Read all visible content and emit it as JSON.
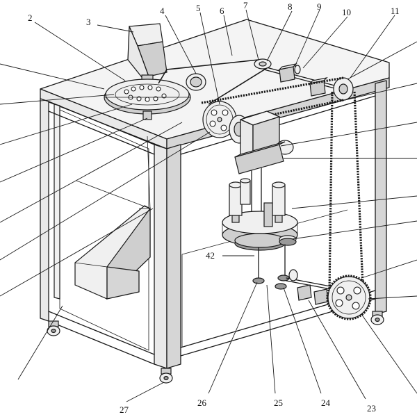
{
  "labels": {
    "n2": "2",
    "n3": "3",
    "n4": "4",
    "n5": "5",
    "n6": "6",
    "n7": "7",
    "n8": "8",
    "n9": "9",
    "n10": "10",
    "n11": "11",
    "n23": "23",
    "n24": "24",
    "n25": "25",
    "n26": "26",
    "n27": "27",
    "n42": "42"
  }
}
